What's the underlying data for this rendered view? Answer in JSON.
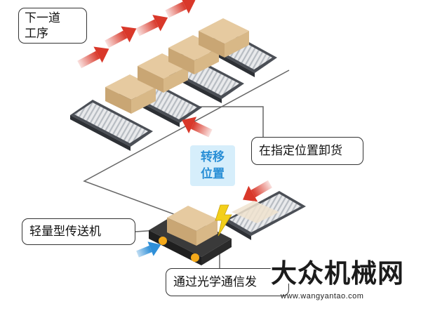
{
  "labels": {
    "next_step_line1": "下一道",
    "next_step_line2": "工序",
    "transfer_line1": "转移",
    "transfer_line2": "位置",
    "unload": "在指定位置卸货",
    "light_conveyor": "轻量型传送机",
    "optical_comm": "通过光学通信发"
  },
  "watermark": {
    "brand": "大众机械网",
    "url": "www.wangyantao.com"
  },
  "colors": {
    "arrow_red": "#d9382a",
    "arrow_blue": "#2f8fd8",
    "box_tan": "#d8b887",
    "agv_body": "#2a2a2a",
    "spark_yellow": "#f3cf1a",
    "transfer_bg": "#d6eefb",
    "transfer_text": "#2a8fd6"
  }
}
